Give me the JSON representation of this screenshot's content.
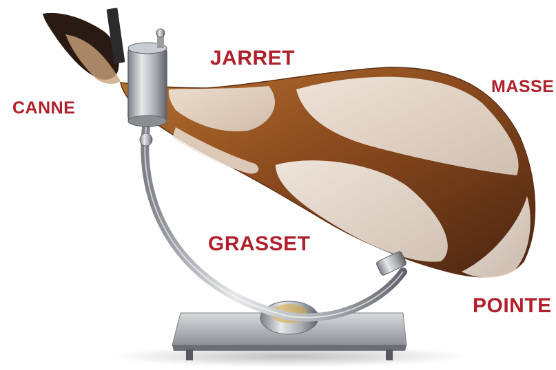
{
  "labels": {
    "canne": "CANNE",
    "jarret": "JARRET",
    "masse": "MASSE",
    "grasset": "GRASSET",
    "pointe": "POINTE"
  },
  "colors": {
    "label": "#b0202c",
    "ham_meat": "#8a4a1e",
    "ham_dark": "#4a2410",
    "ham_fat": "#efe6dc",
    "hoof": "#2a1a14",
    "metal": "#b9bcc0",
    "metal_dark": "#6b6f74"
  },
  "icons": {
    "ham": "ham-illustration",
    "stand": "jamonero-stand"
  }
}
